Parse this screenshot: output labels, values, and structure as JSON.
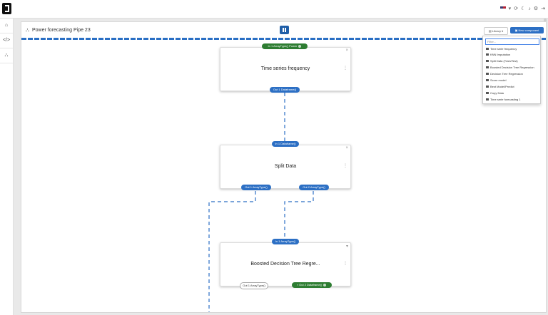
{
  "topbar": {
    "icons": [
      "flag-us-icon",
      "chevron-down-icon",
      "refresh-icon",
      "moon-icon",
      "bell-icon",
      "gear-icon",
      "logout-icon"
    ]
  },
  "sidebar": {
    "items": [
      {
        "icon": "home-icon"
      },
      {
        "icon": "code-icon"
      },
      {
        "icon": "pipeline-icon"
      }
    ]
  },
  "header": {
    "title": "Power forecasting Pipe 23",
    "library_label": "Library",
    "new_button_label": "New component"
  },
  "library": {
    "filter_placeholder": "Filter...",
    "items": [
      "Time serie frequency",
      "KNN Imputation",
      "Split Data (Train/Test)",
      "Boosted Decision Tree Regression",
      "Decision Tree Regression",
      "Score model",
      "Best Model/Predict",
      "Copy Data",
      "Time serie forecasting 1"
    ]
  },
  "nodes": {
    "n1": {
      "title": "Time series frequency",
      "in": "In 1 ArrayType() Power",
      "out": "Out 1 Dataframe()"
    },
    "n2": {
      "title": "Split Data",
      "in": "In 1 Dataframe()",
      "out1": "Out 1 ArrayType()",
      "out2": "Out 2 ArrayType()"
    },
    "n3": {
      "title": "Boosted Decision Tree Regre...",
      "in": "In 1 ArrayType()",
      "out1": "Out 1 ArrayType()",
      "out2": "Out 2 Dataframe()"
    }
  },
  "colors": {
    "accent": "#2c6fc4",
    "success": "#2e7d32"
  }
}
